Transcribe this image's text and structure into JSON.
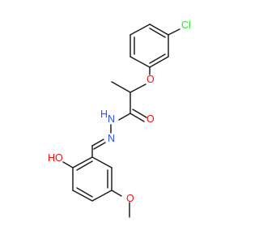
{
  "molecule": {
    "atoms": {
      "cl": "Cl",
      "o_ether": "O",
      "o_carbonyl": "O",
      "nh": "H",
      "n_amide": "N",
      "n_imine": "N",
      "ho": "HO",
      "o_methoxy": "O"
    },
    "colors": {
      "bond": "#1a1a1a",
      "carbon_text": "#1a1a1a",
      "oxygen": "#ff0d0d",
      "nitrogen": "#3050f8",
      "chlorine": "#1ff01f"
    }
  }
}
